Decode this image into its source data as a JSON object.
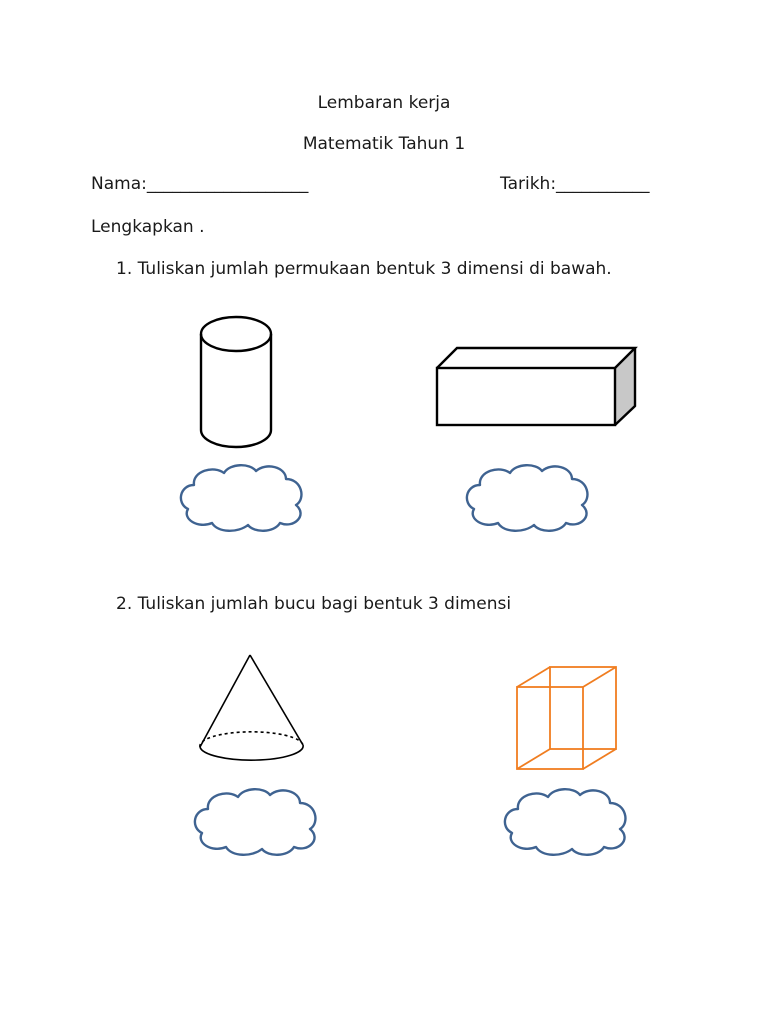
{
  "worksheet": {
    "title": "Lembaran kerja",
    "subtitle": "Matematik Tahun 1",
    "name_label": "Nama:___________________",
    "date_label": "Tarikh:___________",
    "instruction": "Lengkapkan ."
  },
  "questions": [
    {
      "text": "1. Tuliskan jumlah permukaan bentuk 3 dimensi di bawah.",
      "shapes": [
        {
          "icon": "cylinder-icon",
          "color": "#000000"
        },
        {
          "icon": "rectangular-prism-icon",
          "color": "#000000",
          "shade": "#c8c8c8"
        }
      ]
    },
    {
      "text": "2. Tuliskan jumlah bucu bagi bentuk 3 dimensi",
      "shapes": [
        {
          "icon": "cone-icon",
          "color": "#000000"
        },
        {
          "icon": "wireframe-cube-icon",
          "color": "#f07d20"
        }
      ]
    }
  ],
  "answer_box": {
    "icon": "cloud-answer-icon",
    "color": "#3f6391"
  }
}
